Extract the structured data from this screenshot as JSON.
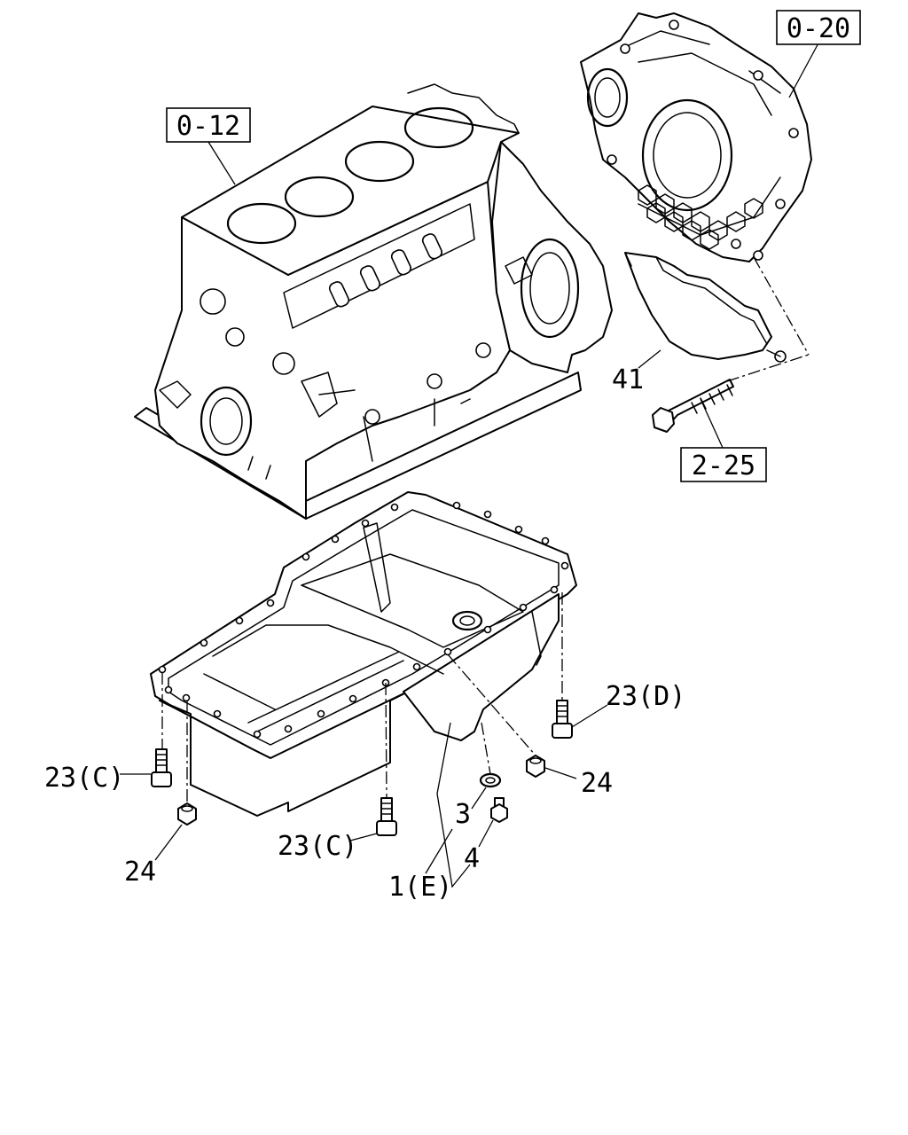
{
  "ref_boxes": [
    "0-20",
    "0-12",
    "2-25"
  ],
  "callouts": [
    "41",
    "23(D)",
    "23(C)",
    "24",
    "3",
    "4",
    "1(E)",
    "23(C)",
    "24"
  ]
}
